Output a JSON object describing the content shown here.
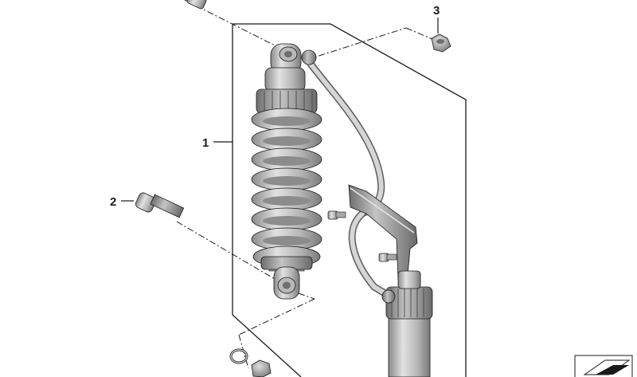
{
  "callouts": {
    "shock_absorber": "1",
    "bolt": "2",
    "nut": "3"
  },
  "colors": {
    "line": "#1a1a1a",
    "part_light": "#cfcfcf",
    "part_mid": "#a9a9a9",
    "part_dark": "#7c7c7c"
  }
}
